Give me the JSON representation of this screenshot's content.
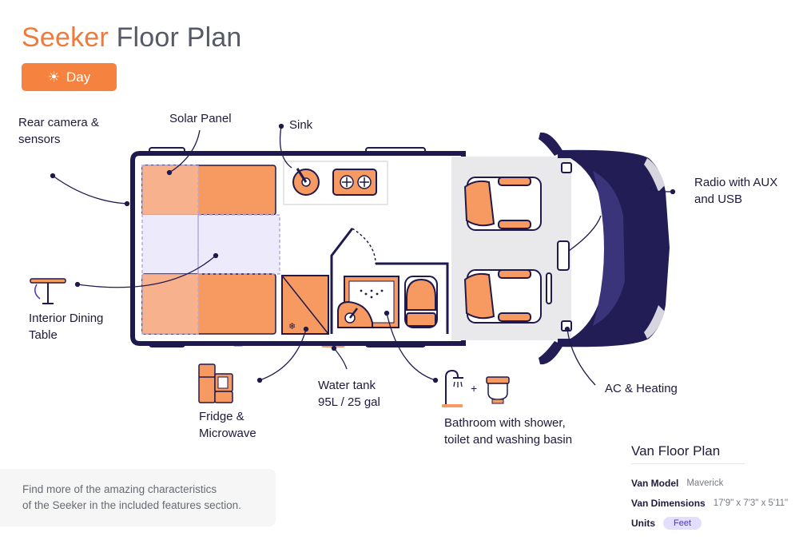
{
  "header": {
    "title_accent": "Seeker",
    "title_rest": " Floor Plan",
    "mode_button": "Day"
  },
  "labels": {
    "rear_camera_line1": "Rear camera &",
    "rear_camera_line2": "sensors",
    "solar_panel": "Solar Panel",
    "sink": "Sink",
    "radio_line1": "Radio with AUX",
    "radio_line2": "and USB",
    "dining_line1": "Interior Dining",
    "dining_line2": "Table",
    "fridge_line1": "Fridge &",
    "fridge_line2": "Microwave",
    "water_tank": "Water tank",
    "water_capacity": "95L / 25 gal",
    "bathroom_line1": "Bathroom with shower,",
    "bathroom_line2": "toilet and washing basin",
    "ac_heating": "AC & Heating"
  },
  "info": {
    "line1": "Find more of the amazing characteristics",
    "line2": "of the Seeker in the included features section."
  },
  "specs": {
    "title": "Van Floor Plan",
    "model_label": "Van Model",
    "model_value": "Maverick",
    "dimensions_label": "Van Dimensions",
    "dimensions_value": "17'9\" x 7'3\" x 5'11\"",
    "units_label": "Units",
    "units_value": "Feet"
  },
  "colors": {
    "accent": "#f5823f",
    "navy": "#1f1a4d",
    "purple": "#4b36b5",
    "bed": "#f69a62",
    "bed_light": "#f7b594"
  }
}
